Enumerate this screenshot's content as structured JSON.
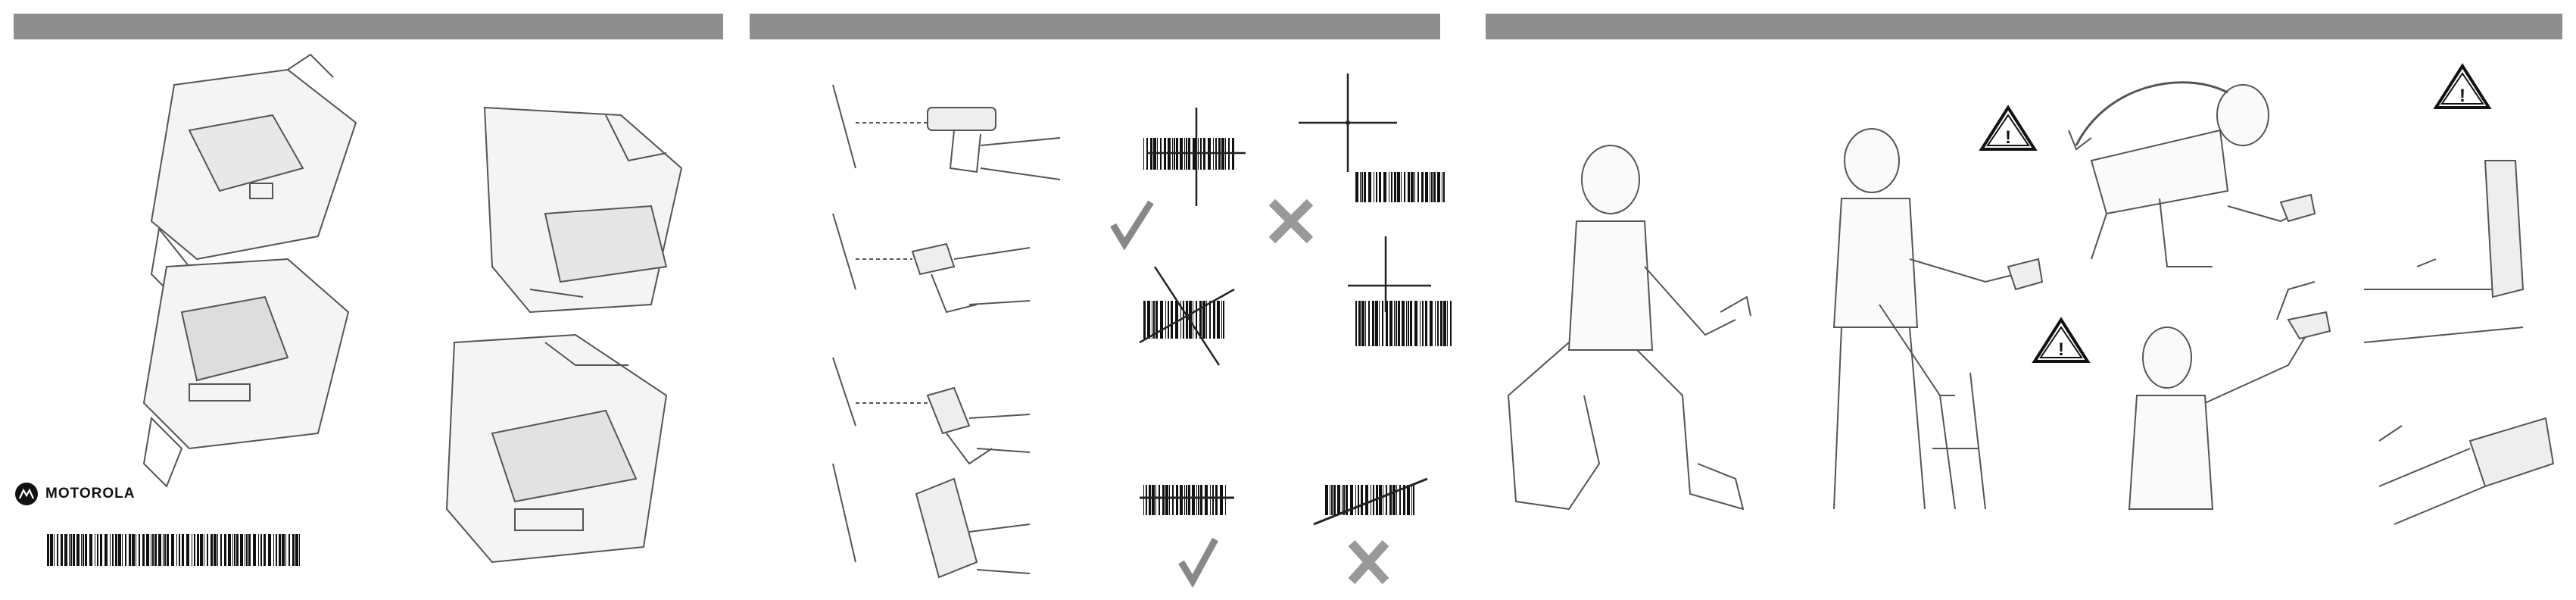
{
  "brand": {
    "name": "MOTOROLA"
  },
  "sections": [
    {
      "id": "battery-installation"
    },
    {
      "id": "scanning-guidance"
    },
    {
      "id": "ergonomic-recommendations"
    }
  ],
  "scan_examples": [
    {
      "id": "centered-aim",
      "result": "correct"
    },
    {
      "id": "off-target-aim",
      "result": "incorrect"
    },
    {
      "id": "angled-aim",
      "result": "incorrect"
    },
    {
      "id": "offset-crosshair",
      "result": "incorrect"
    },
    {
      "id": "line-across-barcode",
      "result": "correct"
    },
    {
      "id": "diagonal-line",
      "result": "incorrect"
    }
  ],
  "warnings": [
    "warning-1",
    "warning-2",
    "warning-3"
  ],
  "colors": {
    "header_bar": "#8e8e8e",
    "line_art": "#444444",
    "check_fill": "#9a9a9a"
  }
}
